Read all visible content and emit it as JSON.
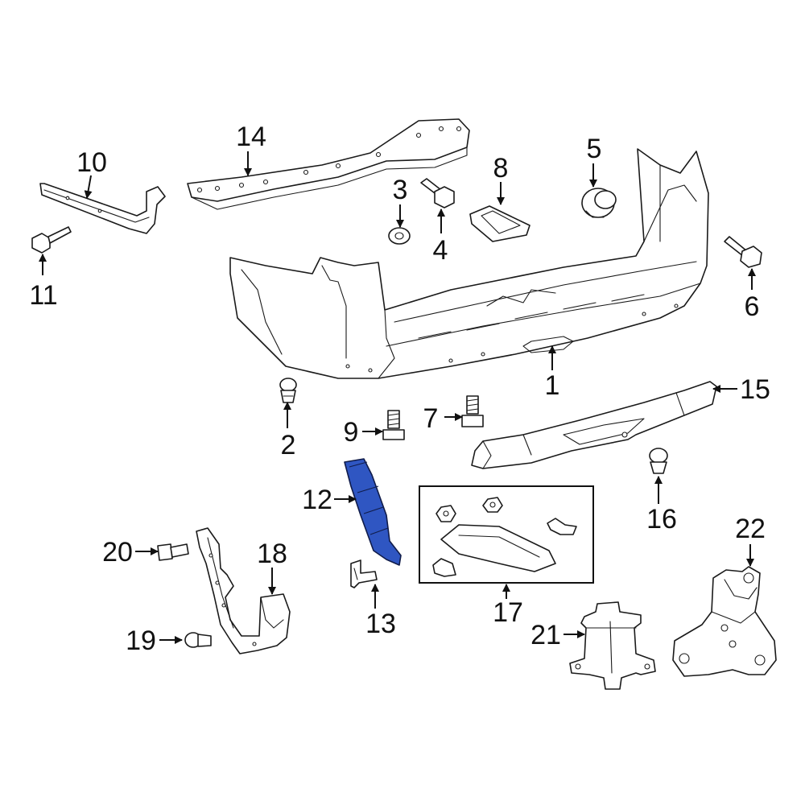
{
  "diagram": {
    "callouts": [
      {
        "id": "c1",
        "label": "1"
      },
      {
        "id": "c2",
        "label": "2"
      },
      {
        "id": "c3",
        "label": "3"
      },
      {
        "id": "c4",
        "label": "4"
      },
      {
        "id": "c5",
        "label": "5"
      },
      {
        "id": "c6",
        "label": "6"
      },
      {
        "id": "c7",
        "label": "7"
      },
      {
        "id": "c8",
        "label": "8"
      },
      {
        "id": "c9",
        "label": "9"
      },
      {
        "id": "c10",
        "label": "10"
      },
      {
        "id": "c11",
        "label": "11"
      },
      {
        "id": "c12",
        "label": "12"
      },
      {
        "id": "c13",
        "label": "13"
      },
      {
        "id": "c14",
        "label": "14"
      },
      {
        "id": "c15",
        "label": "15"
      },
      {
        "id": "c16",
        "label": "16"
      },
      {
        "id": "c17",
        "label": "17"
      },
      {
        "id": "c18",
        "label": "18"
      },
      {
        "id": "c19",
        "label": "19"
      },
      {
        "id": "c20",
        "label": "20"
      },
      {
        "id": "c21",
        "label": "21"
      },
      {
        "id": "c22",
        "label": "22"
      }
    ],
    "highlighted_part": "12",
    "highlight_color": "#2f56c2",
    "line_color": "#1a1a1a"
  }
}
